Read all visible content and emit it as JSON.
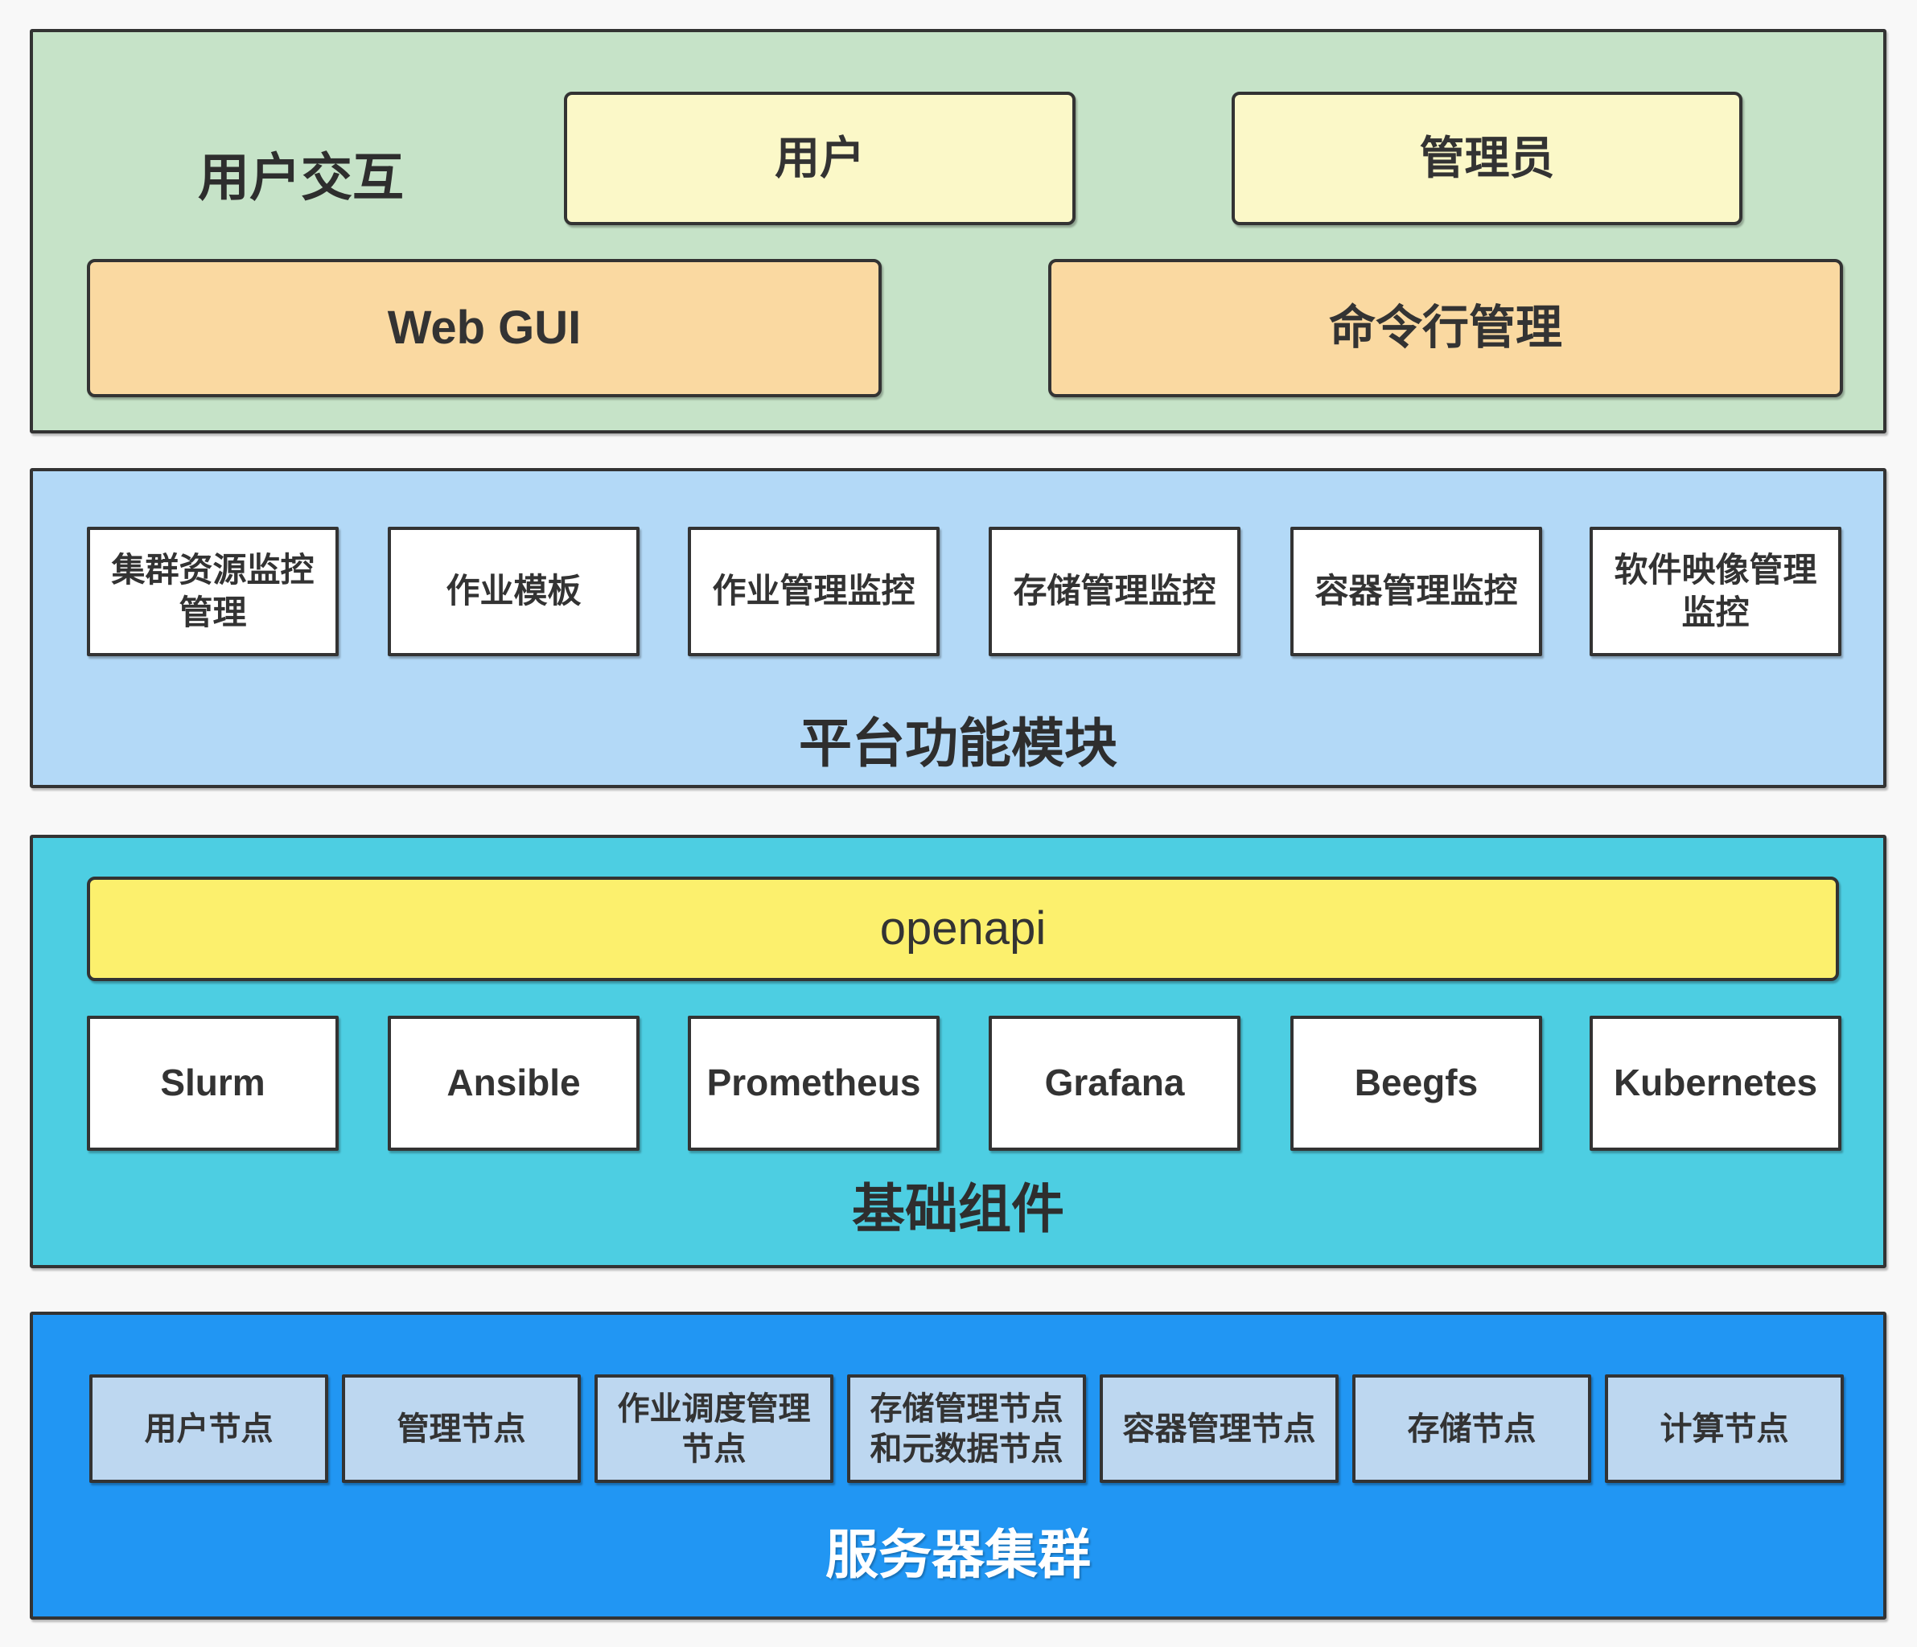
{
  "diagram": {
    "type": "layered-architecture",
    "layers": {
      "interaction": {
        "label": "用户交互",
        "actors": [
          {
            "label": "用户"
          },
          {
            "label": "管理员"
          }
        ],
        "interfaces": [
          {
            "label": "Web GUI"
          },
          {
            "label": "命令行管理"
          }
        ]
      },
      "platform": {
        "label": "平台功能模块",
        "modules": [
          "集群资源监控\n管理",
          "作业模板",
          "作业管理监控",
          "存储管理监控",
          "容器管理监控",
          "软件映像管理\n监控"
        ]
      },
      "components": {
        "label": "基础组件",
        "api_bar": "openapi",
        "items": [
          "Slurm",
          "Ansible",
          "Prometheus",
          "Grafana",
          "Beegfs",
          "Kubernetes"
        ]
      },
      "cluster": {
        "label": "服务器集群",
        "nodes": [
          "用户节点",
          "管理节点",
          "作业调度管理\n节点",
          "存储管理节点\n和元数据节点",
          "容器管理节点",
          "存储节点",
          "计算节点"
        ]
      }
    },
    "colors": {
      "page_bg": "#f8f8f8",
      "interaction_bg": "#c6e3c8",
      "actor_bg": "#fbf8c8",
      "interface_bg": "#fad9a1",
      "platform_bg": "#b3d9f7",
      "module_bg": "#ffffff",
      "components_bg": "#4dcee2",
      "api_bg": "#fcf06d",
      "cluster_bg": "#2196f3",
      "node_bg": "#bdd7f0",
      "border": "#333333",
      "text_dark": "#333333",
      "text_light": "#ffffff"
    }
  }
}
